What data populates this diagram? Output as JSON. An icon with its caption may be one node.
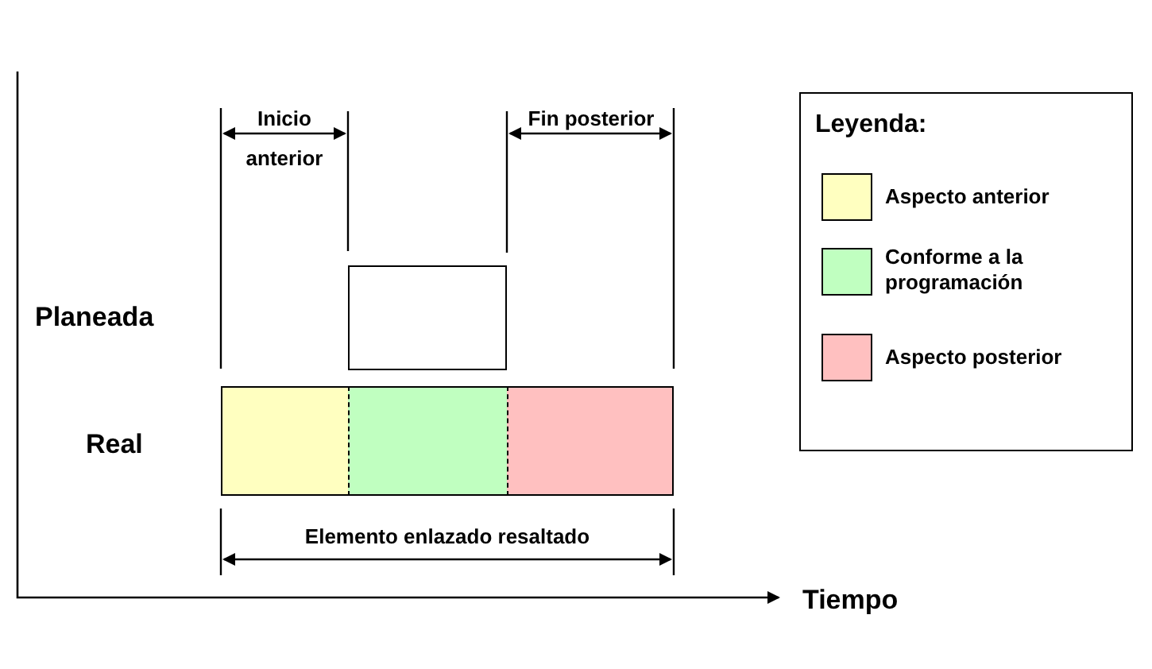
{
  "diagram": {
    "nodes": [
      {
        "text": [],
        "shape": "box"
      },
      {
        "text": [],
        "shape": "bar"
      },
      {
        "text": [],
        "shape": "bar"
      },
      {
        "text": [],
        "shape": "bar"
      }
    ],
    "labels": [
      "Inicio anterior",
      "Fin posterior",
      "Planeada",
      "Real",
      "Elemento enlazado resaltado",
      "Tiempo",
      "Leyenda:"
    ],
    "legend": [
      {
        "text": "Aspecto anterior",
        "color": "#ffffc0"
      },
      {
        "text": "Conforme a la programación",
        "color": "#c0ffc0"
      },
      {
        "text": "Aspecto posterior",
        "color": "#ffc0c0"
      }
    ]
  }
}
